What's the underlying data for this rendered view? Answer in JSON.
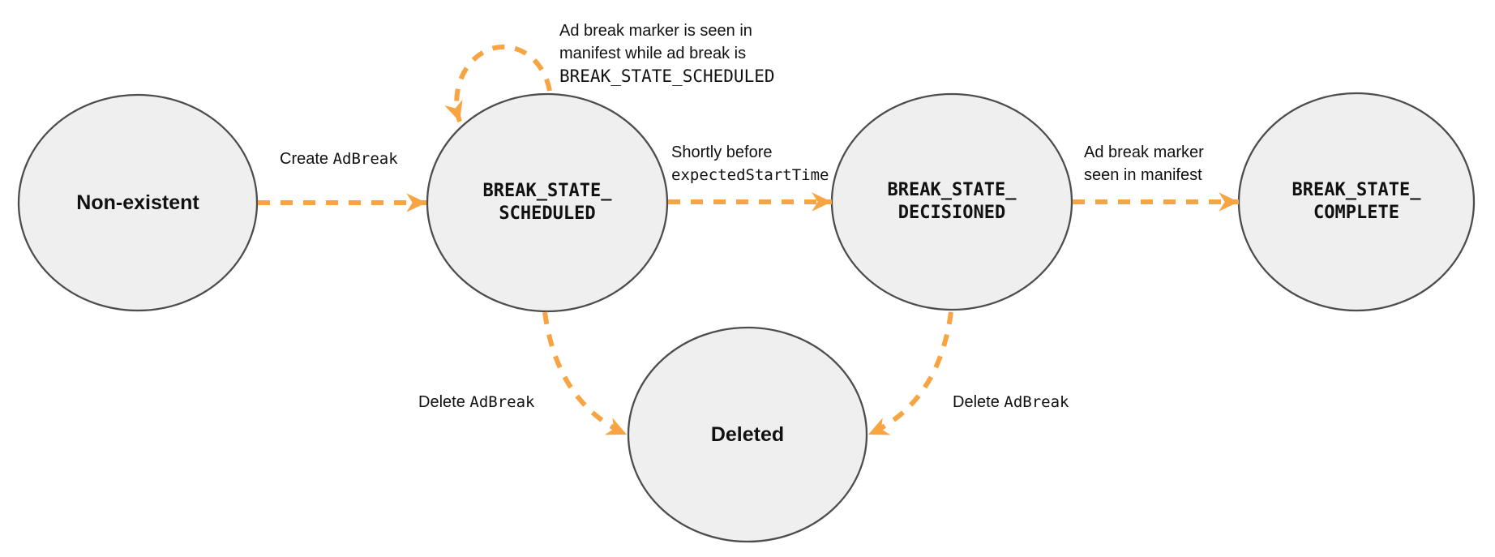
{
  "colors": {
    "arrow": "#F8A442",
    "node_fill": "#EFEFEF",
    "node_border": "#4D4D4D",
    "text": "#111111"
  },
  "nodes": {
    "nonexistent": {
      "label": "Non-existent"
    },
    "scheduled": {
      "label": "BREAK_STATE_\nSCHEDULED"
    },
    "decisioned": {
      "label": "BREAK_STATE_\nDECISIONED"
    },
    "complete": {
      "label": "BREAK_STATE_\nCOMPLETE"
    },
    "deleted": {
      "label": "Deleted"
    }
  },
  "edges": {
    "create": {
      "text": "Create ",
      "code": "AdBreak"
    },
    "self_loop": {
      "line1": "Ad break marker is seen in",
      "line2": "manifest while ad break is",
      "code": "BREAK_STATE_SCHEDULED"
    },
    "to_decisioned": {
      "text": "Shortly before",
      "code": "expectedStartTime"
    },
    "to_complete": {
      "line1": "Ad break marker",
      "line2": "seen in manifest"
    },
    "delete_left": {
      "text": "Delete ",
      "code": "AdBreak"
    },
    "delete_right": {
      "text": "Delete ",
      "code": "AdBreak"
    }
  }
}
